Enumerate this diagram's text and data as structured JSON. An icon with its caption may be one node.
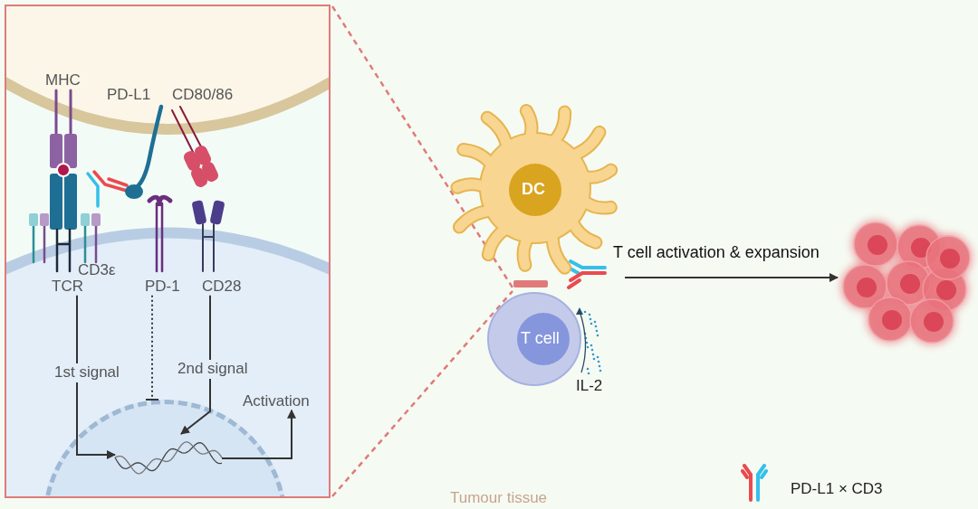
{
  "diagram": {
    "nodes": [
      {
        "text": [
          "TCR"
        ]
      },
      {
        "text": [
          "PD-1"
        ]
      },
      {
        "text": [
          "CD28"
        ]
      },
      {
        "text": [],
        "shape": "circle"
      },
      {
        "text": [],
        "shape": "picture",
        "in": 3
      },
      {
        "text": [
          "Activation"
        ]
      },
      {
        "text": [
          "DC"
        ]
      },
      {
        "text": [
          "T cell"
        ]
      },
      {
        "text": [],
        "shape": "picture"
      }
    ],
    "edges": [
      {
        "from": 0,
        "to": 4,
        "arrow": "to",
        "label": "1st signal"
      },
      {
        "from": 1,
        "to": 3,
        "arrow": "other",
        "style": "dashed"
      },
      {
        "from": 2,
        "to": 4,
        "arrow": "to",
        "label": "2nd signal"
      },
      {
        "from": 4,
        "to": 5,
        "arrow": "to"
      },
      {
        "from": null,
        "to": 8,
        "arrow": "to",
        "label": "T cell activation & expansion"
      }
    ],
    "labels": [
      "MHC",
      "PD-L1",
      "CD80/86",
      "CD3ε",
      "IL-2",
      "Tumour tissue"
    ],
    "legend": [
      {
        "text": "PD-L1 × CD3"
      }
    ]
  }
}
